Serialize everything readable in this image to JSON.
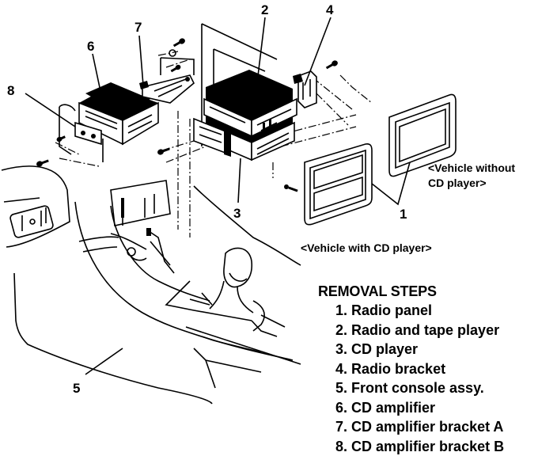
{
  "diagram": {
    "title": "Radio / CD player removal exploded view",
    "callouts": [
      {
        "id": "1",
        "label": "1"
      },
      {
        "id": "2",
        "label": "2"
      },
      {
        "id": "3",
        "label": "3"
      },
      {
        "id": "4",
        "label": "4"
      },
      {
        "id": "5",
        "label": "5"
      },
      {
        "id": "6",
        "label": "6"
      },
      {
        "id": "7",
        "label": "7"
      },
      {
        "id": "8",
        "label": "8"
      }
    ],
    "variants": {
      "without_cd_line1": "<Vehicle without",
      "without_cd_line2": "CD player>",
      "with_cd": "<Vehicle with CD player>"
    }
  },
  "removal_steps": {
    "title": "REMOVAL STEPS",
    "items": [
      {
        "num": "1.",
        "text": "Radio panel"
      },
      {
        "num": "2.",
        "text": "Radio and tape player"
      },
      {
        "num": "3.",
        "text": "CD player"
      },
      {
        "num": "4.",
        "text": "Radio bracket"
      },
      {
        "num": "5.",
        "text": "Front console assy."
      },
      {
        "num": "6.",
        "text": "CD amplifier"
      },
      {
        "num": "7.",
        "text": "CD amplifier bracket A"
      },
      {
        "num": "8.",
        "text": "CD amplifier bracket B"
      }
    ]
  }
}
